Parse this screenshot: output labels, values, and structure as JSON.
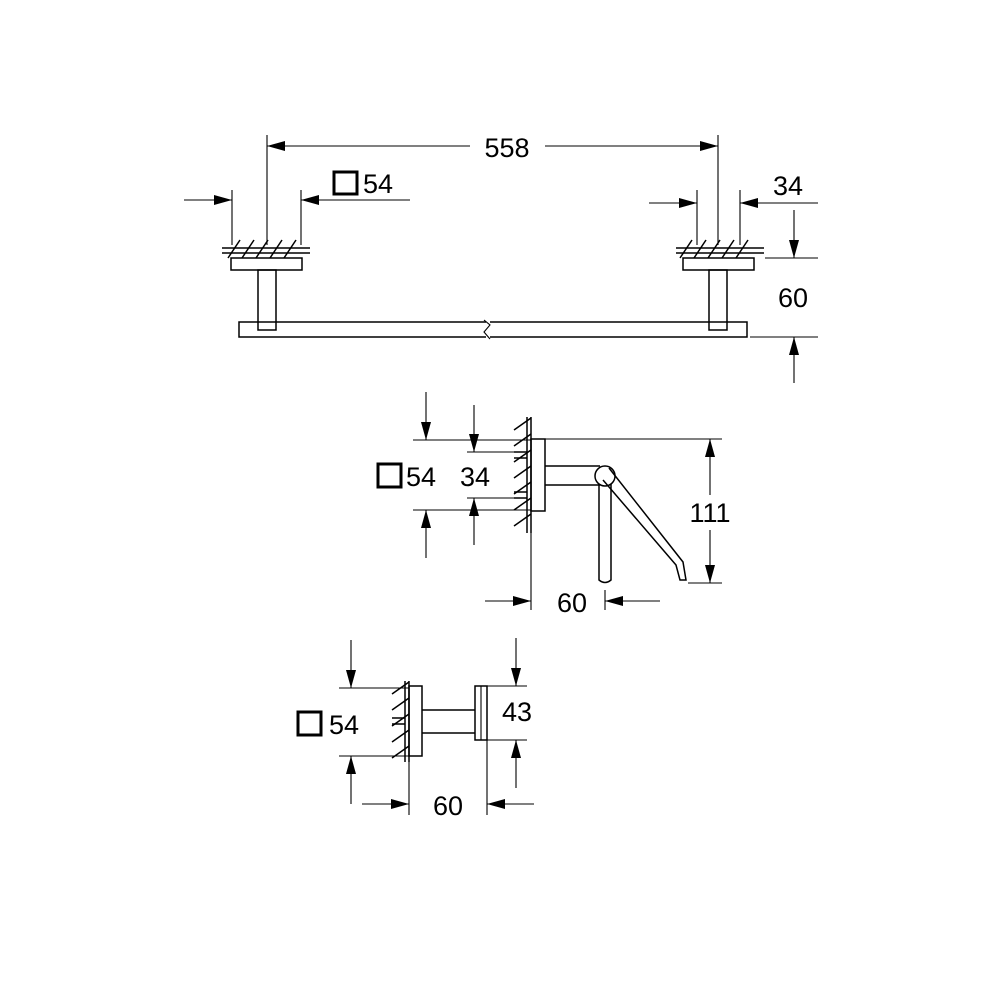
{
  "towel_bar": {
    "length": "558",
    "rosette": "54",
    "rosette_inner": "34",
    "projection": "60"
  },
  "paper_holder": {
    "rosette": "54",
    "rosette_inner": "34",
    "height": "111",
    "projection": "60"
  },
  "hook": {
    "rosette": "54",
    "height": "43",
    "projection": "60"
  }
}
